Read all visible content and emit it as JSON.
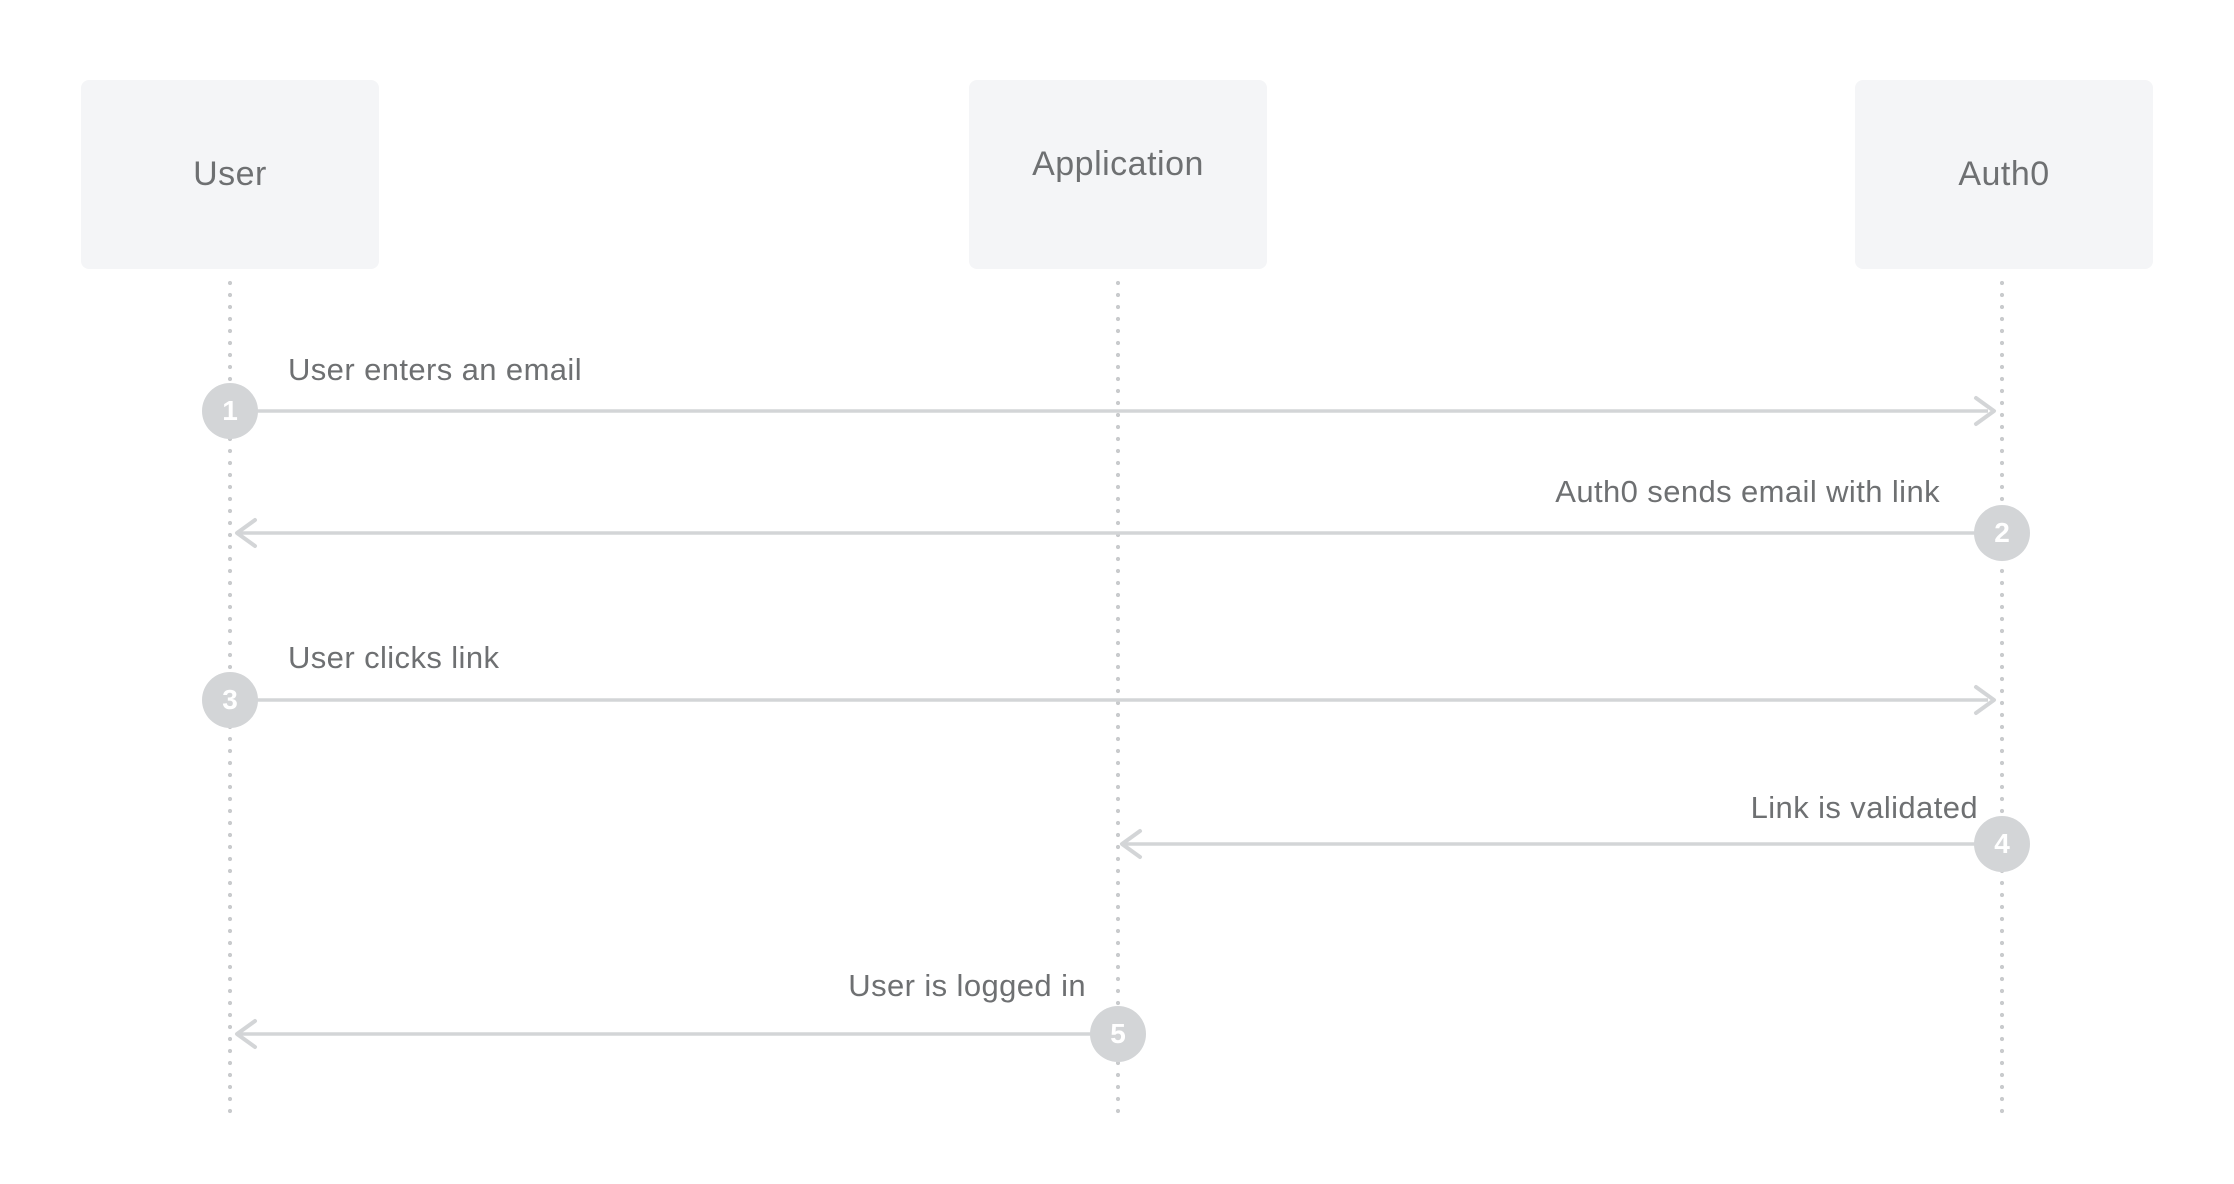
{
  "diagram": {
    "type": "sequence",
    "actors": [
      {
        "id": "user",
        "label": "User"
      },
      {
        "id": "application",
        "label": "Application"
      },
      {
        "id": "auth0",
        "label": "Auth0"
      }
    ],
    "messages": [
      {
        "number": "1",
        "label": "User enters an email",
        "from": "User",
        "to": "Auth0",
        "direction": "right"
      },
      {
        "number": "2",
        "label": "Auth0 sends email with link",
        "from": "Auth0",
        "to": "User",
        "direction": "left"
      },
      {
        "number": "3",
        "label": "User clicks link",
        "from": "User",
        "to": "Auth0",
        "direction": "right"
      },
      {
        "number": "4",
        "label": "Link is validated",
        "from": "Auth0",
        "to": "Application",
        "direction": "left"
      },
      {
        "number": "5",
        "label": "User is logged in",
        "from": "Application",
        "to": "User",
        "direction": "left"
      }
    ],
    "colors": {
      "canvas_bg": "#ffffff",
      "actor_box_bg": "#f4f5f7",
      "text": "#6e7072",
      "arrow_line": "#d3d5d7",
      "lifeline_dot": "#c9cbcd",
      "badge_bg": "#d3d5d7",
      "badge_text": "#ffffff"
    }
  }
}
